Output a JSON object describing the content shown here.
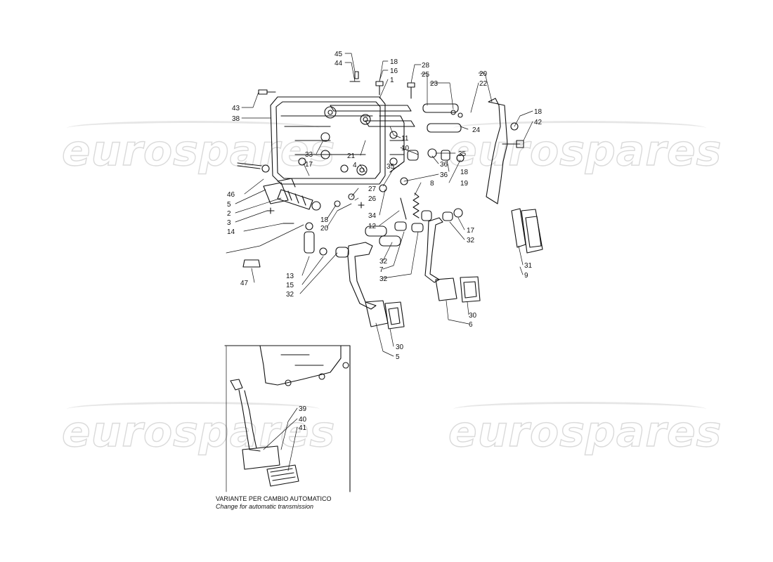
{
  "watermark": {
    "text": "eurospares",
    "color": "#d6d6d6"
  },
  "caption": {
    "line1": "VARIANTE PER CAMBIO AUTOMATICO",
    "line2": "Change for automatic transmission"
  },
  "callouts": [
    {
      "id": "c45",
      "text": "45"
    },
    {
      "id": "c44",
      "text": "44"
    },
    {
      "id": "c18a",
      "text": "18"
    },
    {
      "id": "c16",
      "text": "16"
    },
    {
      "id": "c1",
      "text": "1"
    },
    {
      "id": "c28",
      "text": "28"
    },
    {
      "id": "c25",
      "text": "25"
    },
    {
      "id": "c23",
      "text": "23"
    },
    {
      "id": "c20a",
      "text": "20"
    },
    {
      "id": "c22",
      "text": "22"
    },
    {
      "id": "c43",
      "text": "43"
    },
    {
      "id": "c38",
      "text": "38"
    },
    {
      "id": "c18b",
      "text": "18"
    },
    {
      "id": "c42",
      "text": "42"
    },
    {
      "id": "c24",
      "text": "24"
    },
    {
      "id": "c11",
      "text": "11"
    },
    {
      "id": "c10",
      "text": "10"
    },
    {
      "id": "c35a",
      "text": "35"
    },
    {
      "id": "c36a",
      "text": "36"
    },
    {
      "id": "c35b",
      "text": "35"
    },
    {
      "id": "c36b",
      "text": "36"
    },
    {
      "id": "c8",
      "text": "8"
    },
    {
      "id": "c18c",
      "text": "18"
    },
    {
      "id": "c19",
      "text": "19"
    },
    {
      "id": "c33",
      "text": "33"
    },
    {
      "id": "c21",
      "text": "21"
    },
    {
      "id": "c17a",
      "text": "17"
    },
    {
      "id": "c4",
      "text": "4"
    },
    {
      "id": "c46",
      "text": "46"
    },
    {
      "id": "c5a",
      "text": "5"
    },
    {
      "id": "c2",
      "text": "2"
    },
    {
      "id": "c3",
      "text": "3"
    },
    {
      "id": "c14",
      "text": "14"
    },
    {
      "id": "c27",
      "text": "27"
    },
    {
      "id": "c26",
      "text": "26"
    },
    {
      "id": "c18d",
      "text": "18"
    },
    {
      "id": "c20b",
      "text": "20"
    },
    {
      "id": "c34",
      "text": "34"
    },
    {
      "id": "c12",
      "text": "12"
    },
    {
      "id": "c17b",
      "text": "17"
    },
    {
      "id": "c32a",
      "text": "32"
    },
    {
      "id": "c13",
      "text": "13"
    },
    {
      "id": "c15",
      "text": "15"
    },
    {
      "id": "c32b",
      "text": "32"
    },
    {
      "id": "c47",
      "text": "47"
    },
    {
      "id": "c32c",
      "text": "32"
    },
    {
      "id": "c7",
      "text": "7"
    },
    {
      "id": "c32d",
      "text": "32"
    },
    {
      "id": "c31",
      "text": "31"
    },
    {
      "id": "c9",
      "text": "9"
    },
    {
      "id": "c30a",
      "text": "30"
    },
    {
      "id": "c6",
      "text": "6"
    },
    {
      "id": "c30b",
      "text": "30"
    },
    {
      "id": "c5b",
      "text": "5"
    },
    {
      "id": "c39",
      "text": "39"
    },
    {
      "id": "c40",
      "text": "40"
    },
    {
      "id": "c41",
      "text": "41"
    }
  ]
}
